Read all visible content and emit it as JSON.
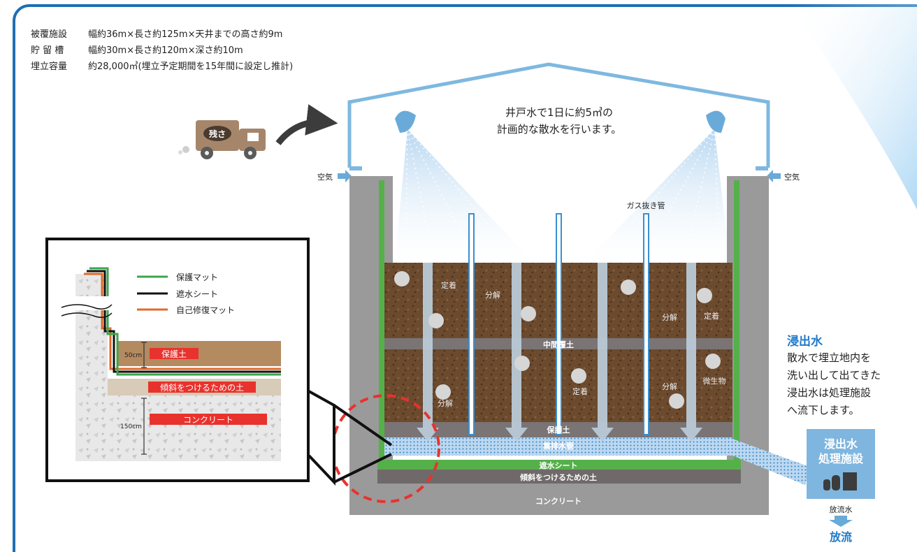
{
  "specs": [
    {
      "label": "被覆施設",
      "value": "幅約36m×長さ約125m×天井までの高さ約9m"
    },
    {
      "label": "貯 留 槽",
      "value": "幅約30m×長さ約120m×深さ約10m"
    },
    {
      "label": "埋立容量",
      "value": "約28,000㎥(埋立予定期間を15年間に設定し推計)"
    }
  ],
  "sprinkler_note": [
    "井戸水で1日に約5㎥の",
    "計画的な散水を行います。"
  ],
  "truck_label": "残さ",
  "air_left": "空気",
  "air_right": "空気",
  "gas_pipe": "ガス抜き管",
  "layers": {
    "middle_soil": "中間覆土",
    "protect_soil": "保護土",
    "drain_pipe": "集排水管",
    "water_sheet": "遮水シート",
    "slope_soil": "傾斜をつけるための土",
    "concrete": "コンクリート"
  },
  "process_labels": {
    "fix1": "定着",
    "decomp1": "分解",
    "decomp2": "分解",
    "fix2": "定着",
    "decomp3": "分解",
    "fix3": "定着",
    "decomp4": "分解",
    "microbe": "微生物"
  },
  "inset": {
    "legend": [
      "保護マット",
      "遮水シート",
      "自己修復マット"
    ],
    "legend_colors": [
      "#3aa64a",
      "#111111",
      "#e0692a"
    ],
    "protect_soil": "保護土",
    "slope_soil": "傾斜をつけるための土",
    "concrete": "コンクリート",
    "dim_50": "50cm",
    "dim_150": "150cm"
  },
  "leachate": {
    "title": "浸出水",
    "desc": [
      "散水で埋立地内を",
      "洗い出して出てきた",
      "浸出水は処理施設",
      "へ流下します。"
    ],
    "facility": [
      "浸出水",
      "処理施設"
    ],
    "discharge_water": "放流水",
    "discharge": "放流"
  },
  "colors": {
    "accent": "#1f79c8",
    "label_red": "#e8322d",
    "green_mat": "#55b04a"
  }
}
